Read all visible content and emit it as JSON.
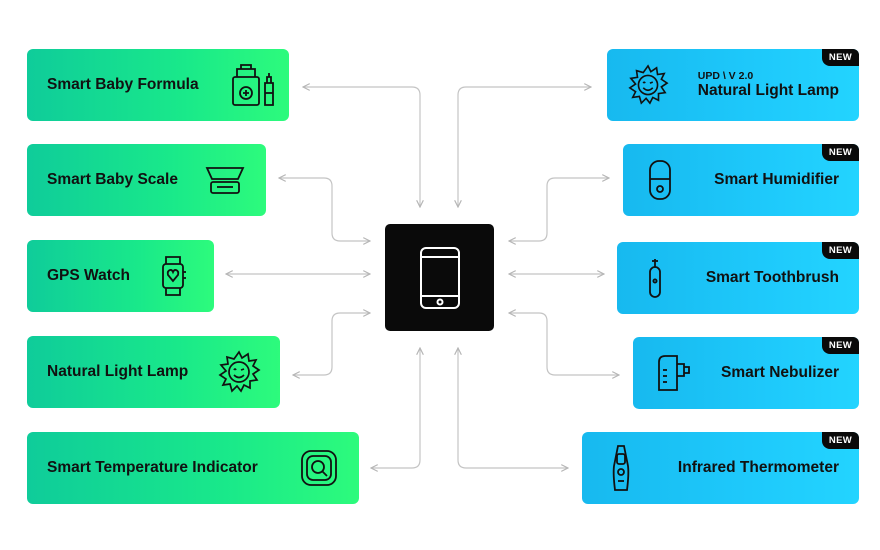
{
  "hub": {
    "icon": "smartphone-icon"
  },
  "left_devices": [
    {
      "label": "Smart Baby Formula",
      "icon": "formula-machine-icon"
    },
    {
      "label": "Smart Baby Scale",
      "icon": "scale-icon"
    },
    {
      "label": "GPS Watch",
      "icon": "smartwatch-icon"
    },
    {
      "label": "Natural Light Lamp",
      "icon": "sun-icon"
    },
    {
      "label": "Smart Temperature Indicator",
      "icon": "temperature-indicator-icon"
    }
  ],
  "right_devices": [
    {
      "label": "Natural Light Lamp",
      "subtitle": "UPD \\ V 2.0",
      "badge": "NEW",
      "icon": "sun-icon"
    },
    {
      "label": "Smart Humidifier",
      "badge": "NEW",
      "icon": "humidifier-icon"
    },
    {
      "label": "Smart Toothbrush",
      "badge": "NEW",
      "icon": "toothbrush-icon"
    },
    {
      "label": "Smart Nebulizer",
      "badge": "NEW",
      "icon": "nebulizer-icon"
    },
    {
      "label": "Infrared Thermometer",
      "badge": "NEW",
      "icon": "thermometer-icon"
    }
  ],
  "colors": {
    "left_gradient": [
      "#0fcc9a",
      "#2dfb7c"
    ],
    "right_gradient": [
      "#17b9ef",
      "#23d4ff"
    ],
    "hub": "#0a0a0a",
    "connector": "#b5b5b5"
  }
}
